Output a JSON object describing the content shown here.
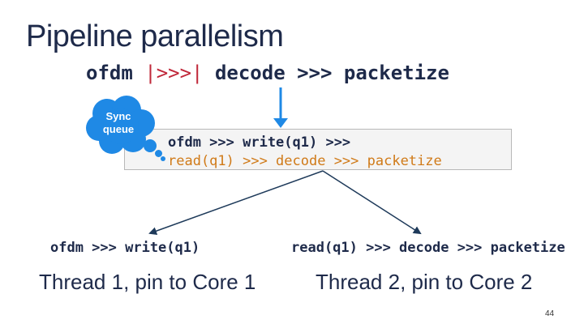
{
  "title": "Pipeline parallelism",
  "main_expression": {
    "part1": "ofdm ",
    "operator": "|>>>|",
    "part2": " decode >>> packetize"
  },
  "sync_queue": {
    "line1": "Sync",
    "line2": "queue"
  },
  "code_box": {
    "line1": "ofdm >>> write(q1) >>>",
    "line2": "read(q1) >>> decode >>> packetize"
  },
  "thread1": {
    "expression": "ofdm >>> write(q1)",
    "label": "Thread 1, pin to Core 1"
  },
  "thread2": {
    "expression": "read(q1) >>> decode >>> packetize",
    "label": "Thread 2, pin to Core 2"
  },
  "page_number": "44",
  "colors": {
    "text": "#1e2a4a",
    "operator": "#c0283a",
    "code_orange": "#d07a18",
    "accent_blue": "#1f89e5",
    "arrow": "#1e3a5a"
  }
}
